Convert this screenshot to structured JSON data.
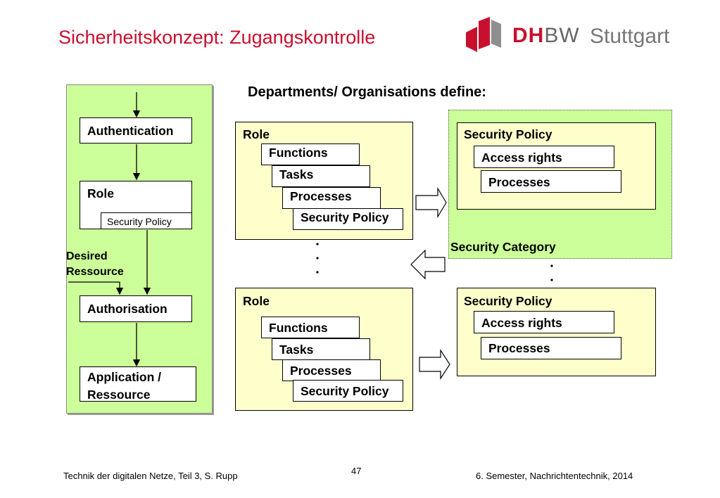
{
  "slide": {
    "title": "Sicherheitskonzept: Zugangskontrolle",
    "logo": {
      "brand": "DHBW",
      "brand_red": "DH",
      "brand_gray": "BW",
      "city": "Stuttgart",
      "brand_color": "#c8102e"
    },
    "heading": "Departments/ Organisations define:"
  },
  "flow": {
    "authentication": "Authentication",
    "role": "Role",
    "role_policy": "Security Policy",
    "desired_line1": "Desired",
    "desired_line2": "Ressource",
    "authorisation": "Authorisation",
    "application_line1": "Application /",
    "application_line2": "Ressource"
  },
  "roles": [
    {
      "title": "Role",
      "functions": "Functions",
      "tasks": "Tasks",
      "processes": "Processes",
      "policy": "Security Policy"
    },
    {
      "title": "Role",
      "functions": "Functions",
      "tasks": "Tasks",
      "processes": "Processes",
      "policy": "Security Policy"
    }
  ],
  "policies": [
    {
      "title": "Security Policy",
      "access": "Access rights",
      "processes": "Processes"
    },
    {
      "title": "Security Policy",
      "access": "Access rights",
      "processes": "Processes"
    }
  ],
  "security_category": "Security Category",
  "footer": {
    "left": "Technik der digitalen Netze, Teil 3, S. Rupp",
    "page": "47",
    "right": "6. Semester, Nachrichtentechnik, 2014"
  },
  "colors": {
    "green_panel": "#ccff99",
    "yellow_box": "#ffffcc",
    "title_red": "#c8102e"
  }
}
